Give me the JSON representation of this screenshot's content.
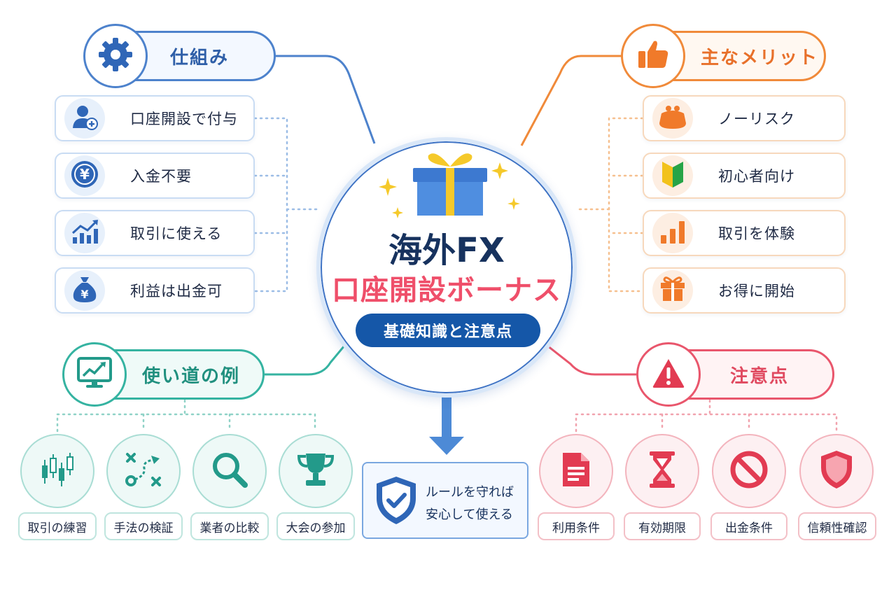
{
  "colors": {
    "blue": "#3d72c4",
    "orange": "#f08a3a",
    "teal": "#35b3a1",
    "red": "#e9566c",
    "navy": "#17325e",
    "pink_title": "#ef4f6a"
  },
  "center": {
    "title_line1": "海外FX",
    "title_line2": "口座開設ボーナス",
    "pill_text": "基礎知識と注意点",
    "icon": "gift-icon"
  },
  "mechanism": {
    "title": "仕組み",
    "icon": "gear-icon",
    "items": [
      {
        "label": "口座開設で付与",
        "icon": "user-add-icon"
      },
      {
        "label": "入金不要",
        "icon": "yen-coin-icon"
      },
      {
        "label": "取引に使える",
        "icon": "trend-up-icon"
      },
      {
        "label": "利益は出金可",
        "icon": "money-bag-icon"
      }
    ]
  },
  "merits": {
    "title": "主なメリット",
    "icon": "thumbs-up-icon",
    "items": [
      {
        "label": "ノーリスク",
        "icon": "purse-icon"
      },
      {
        "label": "初心者向け",
        "icon": "beginner-mark-icon"
      },
      {
        "label": "取引を体験",
        "icon": "bar-chart-icon"
      },
      {
        "label": "お得に開始",
        "icon": "gift-icon"
      }
    ]
  },
  "usage": {
    "title": "使い道の例",
    "icon": "monitor-chart-icon",
    "items": [
      {
        "label": "取引の練習",
        "icon": "candlestick-icon"
      },
      {
        "label": "手法の検証",
        "icon": "strategy-icon"
      },
      {
        "label": "業者の比較",
        "icon": "magnifier-icon"
      },
      {
        "label": "大会の参加",
        "icon": "trophy-icon"
      }
    ]
  },
  "cautions": {
    "title": "注意点",
    "icon": "warning-icon",
    "items": [
      {
        "label": "利用条件",
        "icon": "document-icon"
      },
      {
        "label": "有効期限",
        "icon": "hourglass-icon"
      },
      {
        "label": "出金条件",
        "icon": "prohibited-icon"
      },
      {
        "label": "信頼性確認",
        "icon": "shield-icon"
      }
    ]
  },
  "safety": {
    "line1": "ルールを守れば",
    "line2": "安心して使える",
    "icon": "shield-check-icon"
  }
}
